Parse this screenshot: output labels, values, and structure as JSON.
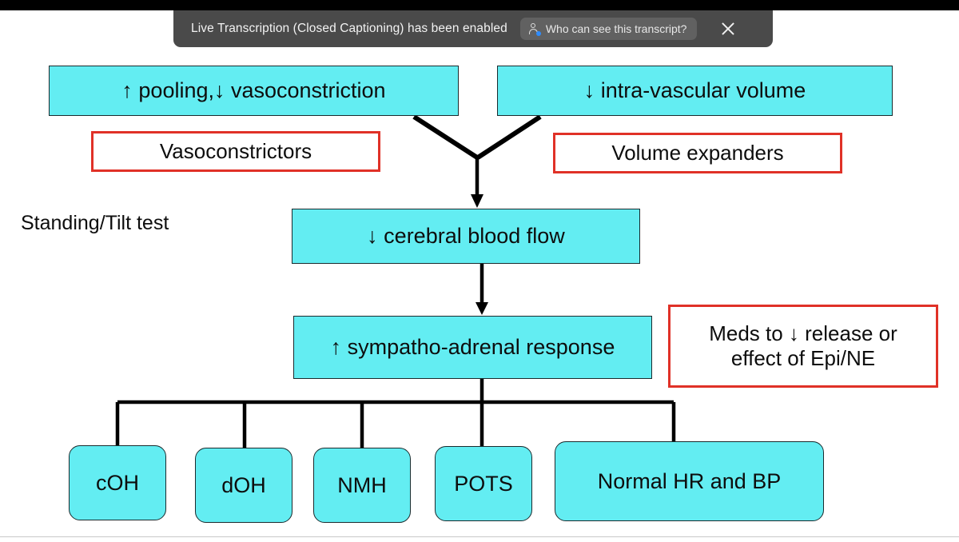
{
  "banner": {
    "message": "Live Transcription (Closed Captioning) has been enabled",
    "link_label": "Who can see this transcript?",
    "person_icon": "person-icon",
    "close_icon": "close-icon"
  },
  "slide": {
    "side_label": "Standing/Tilt test",
    "colors": {
      "node_fill": "#63EDF2",
      "node_border": "#1a2b2e",
      "callout_border": "#E03127",
      "connector": "#000000",
      "banner_bg": "#4a4a4a",
      "accent_blue": "#2d8cff"
    },
    "nodes": [
      {
        "id": "pooling",
        "label": "↑ pooling,↓ vasoconstriction"
      },
      {
        "id": "volume",
        "label": "↓ intra-vascular volume"
      },
      {
        "id": "cbf",
        "label": "↓ cerebral blood flow"
      },
      {
        "id": "sympatho",
        "label": "↑ sympatho-adrenal response"
      },
      {
        "id": "coh",
        "label": "cOH"
      },
      {
        "id": "doh",
        "label": "dOH"
      },
      {
        "id": "nmh",
        "label": "NMH"
      },
      {
        "id": "pots",
        "label": "POTS"
      },
      {
        "id": "normal",
        "label": "Normal HR and BP"
      }
    ],
    "callouts": [
      {
        "id": "vasoconstrictors",
        "label": "Vasoconstrictors"
      },
      {
        "id": "volume-expanders",
        "label": "Volume expanders"
      },
      {
        "id": "meds-line1",
        "label": "Meds to ↓ release or"
      },
      {
        "id": "meds-line2",
        "label": "effect of Epi/NE"
      }
    ]
  }
}
